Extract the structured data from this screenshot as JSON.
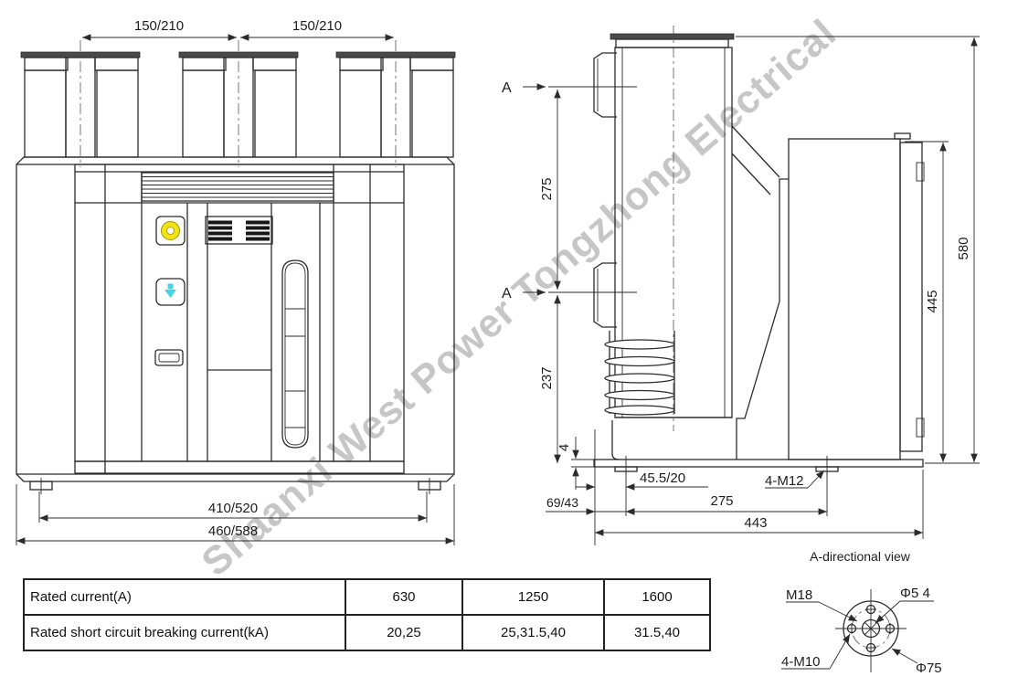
{
  "watermark": "Shaanxi West Power Tongzhong Electrical",
  "front_view": {
    "dim_pole_pitch_left": "150/210",
    "dim_pole_pitch_right": "150/210",
    "dim_mount_width": "410/520",
    "dim_overall_width": "460/588"
  },
  "side_view": {
    "marker_a_top": "A",
    "marker_a_bottom": "A",
    "dim_terminal_spacing": "275",
    "dim_lower_terminal_height": "237",
    "dim_base_plate_thickness": "4",
    "dim_front_foot_offset": "45.5/20",
    "dim_front_edge_offset": "69/43",
    "dim_foot_pitch": "275",
    "dim_overall_depth": "443",
    "dim_frame_height": "445",
    "dim_overall_height": "580",
    "callout_foot_holes": "4-M12"
  },
  "a_view": {
    "title": "A-directional view",
    "callout_center_thread": "M18",
    "callout_bolt_circle": "Φ5 4",
    "callout_holes": "4-M10",
    "callout_outer_dia": "Φ75"
  },
  "spec_table": {
    "rows": [
      {
        "label": "Rated current(A)",
        "values": [
          "630",
          "1250",
          "1600"
        ]
      },
      {
        "label": "Rated short circuit breaking current(kA)",
        "values": [
          "20,25",
          "25,31.5,40",
          "31.5,40"
        ]
      }
    ]
  },
  "colors": {
    "line": "#2b2b2b",
    "watermark": "#c6c6c6",
    "indicator_yellow": "#f2e216",
    "indicator_cyan": "#45d5e2"
  }
}
